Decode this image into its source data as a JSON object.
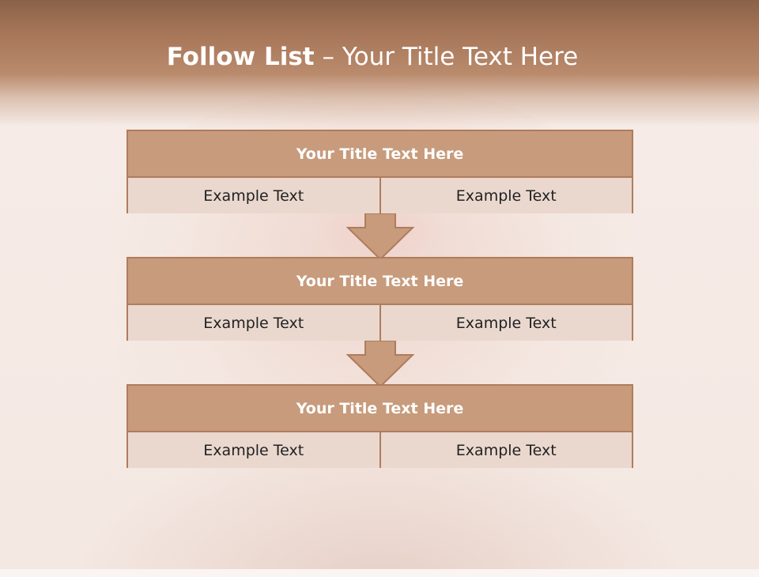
{
  "slide": {
    "title_bold": "Follow List",
    "title_rest": "– Your Title Text Here"
  },
  "blocks": [
    {
      "title": "Your Title Text Here",
      "left": "Example Text",
      "right": "Example Text"
    },
    {
      "title": "Your Title Text Here",
      "left": "Example Text",
      "right": "Example Text"
    },
    {
      "title": "Your Title Text Here",
      "left": "Example Text",
      "right": "Example Text"
    }
  ],
  "colors": {
    "header_brown": "#a8775a",
    "block_title_fill": "#c79b7c",
    "block_body_fill": "#ead8cf",
    "border": "#b07c5c"
  },
  "icons": [
    "arrow-down-icon",
    "arrow-down-icon"
  ]
}
